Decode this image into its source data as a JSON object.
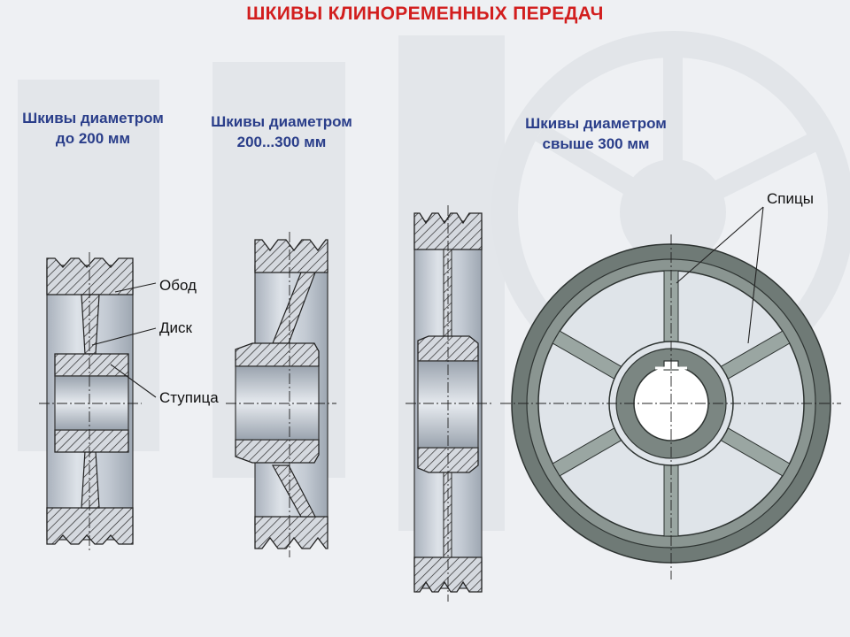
{
  "title": "ШКИВЫ КЛИНОРЕМЕННЫХ ПЕРЕДАЧ",
  "captions": {
    "small": {
      "line1": "Шкивы диаметром",
      "line2": "до 200 мм"
    },
    "medium": {
      "line1": "Шкивы диаметром",
      "line2": "200...300 мм"
    },
    "large": {
      "line1": "Шкивы диаметром",
      "line2": "свыше 300 мм"
    }
  },
  "labels": {
    "rim": "Обод",
    "disk": "Диск",
    "hub": "Ступица",
    "spokes": "Спицы"
  },
  "colors": {
    "title": "#d21e1e",
    "caption": "#2a3e8a",
    "metal": "#c9cfd8",
    "hatch": "#2a2a2a",
    "wheel": "#6f7a76"
  }
}
